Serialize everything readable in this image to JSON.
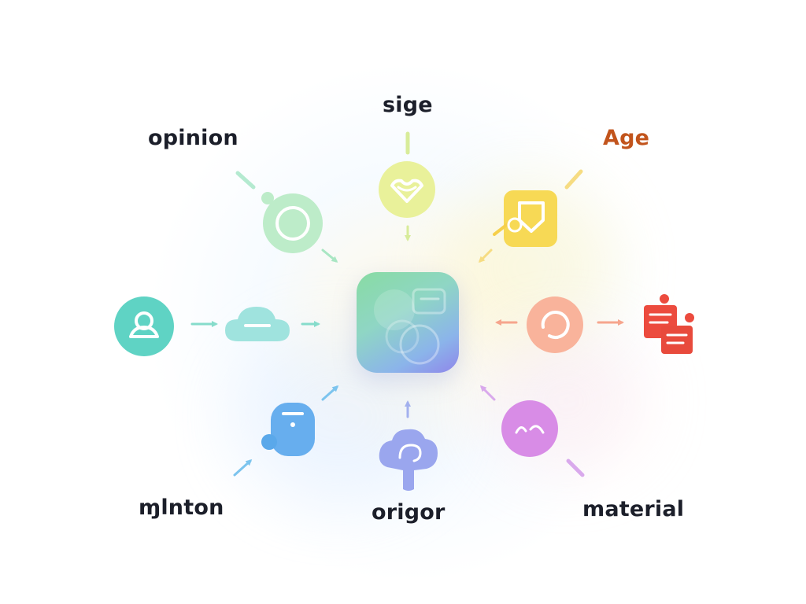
{
  "diagram": {
    "labels": {
      "top": "sige",
      "top_left": "opinion",
      "top_right": "Age",
      "bottom_left": "ɱlnton",
      "bottom": "origor",
      "bottom_right": "material"
    },
    "colors": {
      "label_default": "#1c1f2a",
      "label_accent": "#c2541c",
      "green": "#a6e6bd",
      "lime": "#e2f08a",
      "yellow": "#f6d956",
      "teal": "#5fd3c4",
      "aqua": "#9fe3de",
      "peach": "#f9b39b",
      "red": "#ec4b3e",
      "blue": "#67aeee",
      "periwinkle": "#9aa6ee",
      "violet": "#d88ce6"
    },
    "icons": {
      "hub": "app-hub-icon",
      "top": "heart-badge-icon",
      "top_left": "chat-ring-icon",
      "top_right": "shield-chat-icon",
      "left_outer": "user-icon",
      "left_inner": "cloud-icon",
      "right_inner": "refresh-ring-icon",
      "right_outer": "document-stack-icon",
      "bottom_left": "robot-head-icon",
      "bottom": "brain-icon",
      "bottom_right": "smile-icon"
    }
  }
}
